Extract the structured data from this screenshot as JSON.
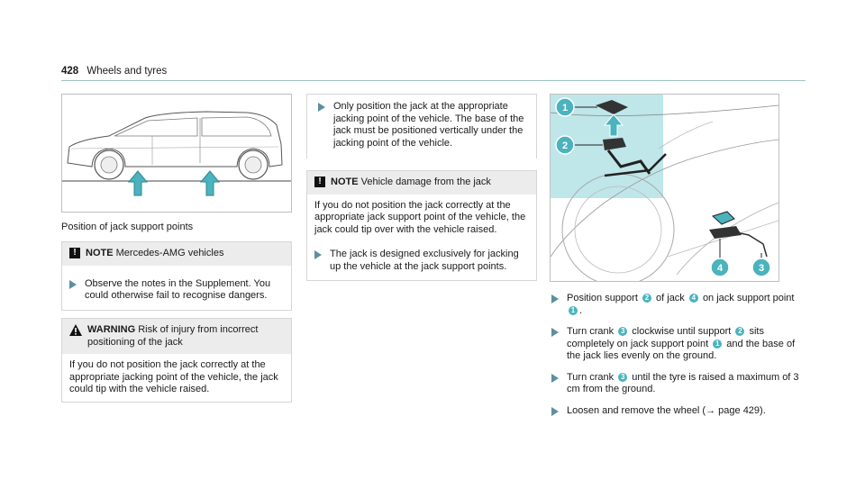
{
  "header": {
    "page_number": "428",
    "section_title": "Wheels and tyres"
  },
  "figure1": {
    "caption": "Position of jack support points"
  },
  "note1": {
    "tag": "NOTE",
    "title": "Mercedes-AMG vehicles",
    "step": "Observe the notes in the Supplement. You could otherwise fail to recognise dangers."
  },
  "warning": {
    "tag": "WARNING",
    "title": "Risk of injury from incorrect positioning of the jack",
    "body": "If you do not position the jack correctly at the appropriate jacking point of the vehicle, the jack could tip with the vehicle raised."
  },
  "middle": {
    "step1": "Only position the jack at the appropriate jacking point of the vehicle. The base of the jack must be positioned vertically under the jacking point of the vehicle.",
    "note2": {
      "tag": "NOTE",
      "title": "Vehicle damage from the jack",
      "body": "If you do not position the jack correctly at the appropriate jack support point of the vehicle, the jack could tip over with the vehicle raised.",
      "step": "The jack is designed exclusively for jacking up the vehicle at the jack support points."
    }
  },
  "figure2": {
    "callouts": [
      "1",
      "2",
      "4",
      "3"
    ]
  },
  "steps": {
    "s1": {
      "a": "Position support",
      "b": "of jack",
      "c": "on jack support point",
      "d": ".",
      "n1": "2",
      "n2": "4",
      "n3": "1"
    },
    "s2": {
      "a": "Turn crank",
      "b": "clockwise until support",
      "c": "sits completely on jack support point",
      "d": "and the base of the jack lies evenly on the ground.",
      "n1": "3",
      "n2": "2",
      "n3": "1"
    },
    "s3": {
      "a": "Turn crank",
      "b": "until the tyre is raised a maximum of 3 cm from the ground.",
      "n1": "3"
    },
    "s4": {
      "text": "Loosen and remove the wheel (",
      "link": "→ page 429",
      "end": ")."
    }
  },
  "colors": {
    "accent": "#4ab3bd",
    "arrow": "#5d8fa0",
    "highlight": "#bfe6e9",
    "box_header": "#ececec"
  }
}
